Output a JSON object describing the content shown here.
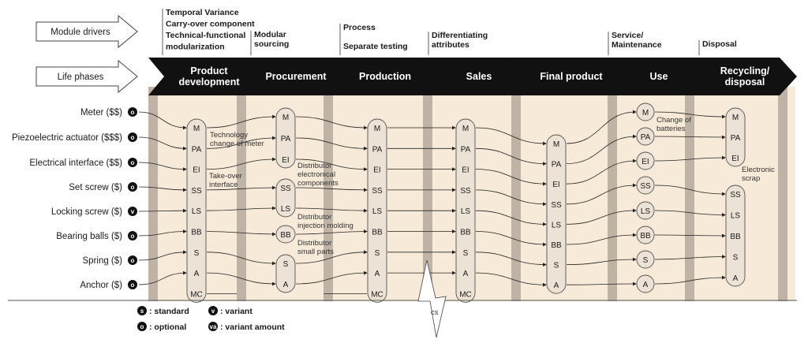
{
  "arrow_labels": {
    "drivers": "Module drivers",
    "phases": "Life phases"
  },
  "drivers": [
    [
      "Temporal Variance",
      "Carry-over component",
      "Technical-functional",
      "modularization"
    ],
    [
      "Modular",
      "sourcing"
    ],
    [
      "Process",
      "Separate testing"
    ],
    [
      "Differentiating",
      "attributes"
    ],
    [
      "Service/",
      "Maintenance"
    ],
    [
      "Disposal"
    ]
  ],
  "phases": [
    [
      "Product",
      "development"
    ],
    [
      "Procurement"
    ],
    [
      "Production"
    ],
    [
      "Sales"
    ],
    [
      "Final product"
    ],
    [
      "Use"
    ],
    [
      "Recycling/",
      "disposal"
    ]
  ],
  "components": [
    {
      "label": "Meter ($$)",
      "badge": "o"
    },
    {
      "label": "Piezoelectric actuator ($$$)",
      "badge": "o"
    },
    {
      "label": "Electrical interface ($$)",
      "badge": "o"
    },
    {
      "label": "Set screw ($)",
      "badge": "o"
    },
    {
      "label": "Locking screw ($)",
      "badge": "v"
    },
    {
      "label": "Bearing balls ($)",
      "badge": "o"
    },
    {
      "label": "Spring ($)",
      "badge": "o"
    },
    {
      "label": "Anchor ($)",
      "badge": "o"
    }
  ],
  "module_codes": {
    "pd": [
      "M",
      "PA",
      "EI",
      "SS",
      "LS",
      "BB",
      "S",
      "A",
      "MC"
    ],
    "pr1": [
      "M",
      "PA",
      "EI"
    ],
    "pr2": [
      "SS",
      "LS"
    ],
    "pr3": [
      "BB"
    ],
    "pr4": [
      "S",
      "A"
    ],
    "prod": [
      "M",
      "PA",
      "EI",
      "SS",
      "LS",
      "BB",
      "S",
      "A",
      "MC"
    ],
    "sales": [
      "M",
      "PA",
      "EI",
      "SS",
      "LS",
      "BB",
      "S",
      "A",
      "MC"
    ],
    "final": [
      "M",
      "PA",
      "EI",
      "SS",
      "LS",
      "BB",
      "S",
      "A"
    ],
    "use": [
      "M",
      "PA",
      "EI",
      "SS",
      "LS",
      "BB",
      "S",
      "A"
    ],
    "rec1": [
      "M",
      "PA",
      "EI"
    ],
    "rec2": [
      "SS",
      "LS",
      "BB",
      "S",
      "A"
    ]
  },
  "annotations": {
    "tech": [
      "Technology",
      "change of meter"
    ],
    "takeover": [
      "Take-over",
      "interface"
    ],
    "dist1": [
      "Distributor",
      "electronical",
      "components"
    ],
    "dist2": [
      "Distributor",
      "injection molding"
    ],
    "dist3": [
      "Distributor",
      "small parts"
    ],
    "batteries": [
      "Change of",
      "batteries"
    ],
    "scrap": [
      "Electronic",
      "scrap"
    ],
    "cut": "cs"
  },
  "legend": [
    {
      "badge": "s",
      "text": ": standard"
    },
    {
      "badge": "v",
      "text": ": variant"
    },
    {
      "badge": "o",
      "text": ": optional"
    },
    {
      "badge": "va",
      "text": ": variant amount"
    }
  ],
  "colors": {
    "band": "#f7ead9",
    "bar": "#bfb3a6",
    "chevron": "#111111",
    "module": "#ece2d5"
  }
}
